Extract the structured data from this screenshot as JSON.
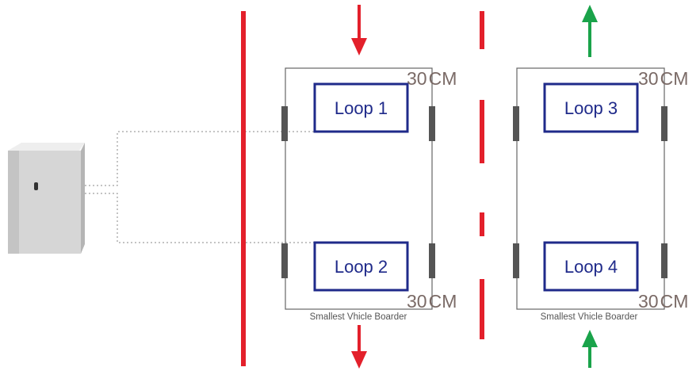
{
  "header_cut_text": "",
  "loops": [
    {
      "label": "Loop 1"
    },
    {
      "label": "Loop 2"
    },
    {
      "label": "Loop 3"
    },
    {
      "label": "Loop 4"
    }
  ],
  "dimension_label": "30 CM",
  "dimension_value": "30",
  "dimension_unit": "CM",
  "vehicle_border_label": "Smallest Vhicle Boarder",
  "colors": {
    "barrier": "#e3202b",
    "entry_arrow": "#e3202b",
    "exit_arrow": "#1aa34a",
    "loop_border": "#1f2a8a",
    "lane_outline": "#666666",
    "sensor_bar": "#555555",
    "cabinet": "#d8d8d8"
  }
}
